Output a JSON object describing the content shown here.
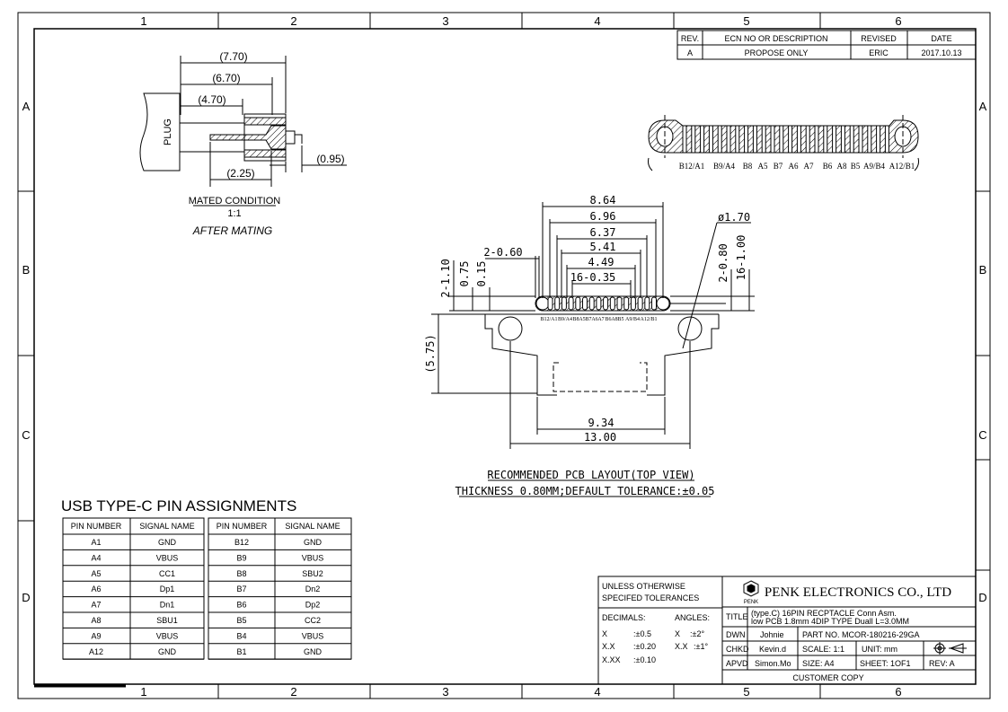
{
  "zone_cols": [
    "1",
    "2",
    "3",
    "4",
    "5",
    "6"
  ],
  "zone_rows": [
    "A",
    "B",
    "C",
    "D"
  ],
  "revision_block": {
    "headers": [
      "REV.",
      "ECN NO OR DESCRIPTION",
      "REVISED",
      "DATE"
    ],
    "row": [
      "A",
      "PROPOSE ONLY",
      "ERIC",
      "2017.10.13"
    ]
  },
  "mated": {
    "dims": [
      "(7.70)",
      "(6.70)",
      "(4.70)",
      "(2.25)",
      "(0.95)"
    ],
    "plug_label": "PLUG",
    "title": "MATED CONDITION",
    "scale": "1:1",
    "caption": "AFTER MATING"
  },
  "pin_row_labels": [
    "B12/A1",
    "B9/A4",
    "B8",
    "A5",
    "B7",
    "A6",
    "A7",
    "B6",
    "A8",
    "B5",
    "A9/B4",
    "A12/B1"
  ],
  "pcb": {
    "dims": {
      "d864": "8.64",
      "d696": "6.96",
      "d637": "6.37",
      "d541": "5.41",
      "d449": "4.49",
      "d16_035": "16-0.35",
      "d2_060": "2-0.60",
      "d2_110": "2-1.10",
      "d075": "0.75",
      "d015": "0.15",
      "d575": "(5.75)",
      "d934": "9.34",
      "d1300": "13.00",
      "dphi170": "ø1.70",
      "d2_080": "2-0.80",
      "d16_100": "16-1.00"
    },
    "title": "RECOMMENDED PCB LAYOUT(TOP VIEW)",
    "subtitle": "THICKNESS 0.80MM;DEFAULT TOLERANCE:±0.05"
  },
  "pin_assign": {
    "title": "USB TYPE-C PIN ASSIGNMENTS",
    "headers": [
      "PIN NUMBER",
      "SIGNAL NAME",
      "PIN NUMBER",
      "SIGNAL NAME"
    ],
    "left": [
      [
        "A1",
        "GND"
      ],
      [
        "A4",
        "VBUS"
      ],
      [
        "A5",
        "CC1"
      ],
      [
        "A6",
        "Dp1"
      ],
      [
        "A7",
        "Dn1"
      ],
      [
        "A8",
        "SBU1"
      ],
      [
        "A9",
        "VBUS"
      ],
      [
        "A12",
        "GND"
      ]
    ],
    "right": [
      [
        "B12",
        "GND"
      ],
      [
        "B9",
        "VBUS"
      ],
      [
        "B8",
        "SBU2"
      ],
      [
        "B7",
        "Dn2"
      ],
      [
        "B6",
        "Dp2"
      ],
      [
        "B5",
        "CC2"
      ],
      [
        "B4",
        "VBUS"
      ],
      [
        "B1",
        "GND"
      ]
    ]
  },
  "title_block": {
    "tol_line1": "UNLESS OTHERWISE",
    "tol_line2": "SPECIFED TOLERANCES",
    "decimals": "DECIMALS:",
    "angles": "ANGLES:",
    "x": "X",
    "x_val": ":±0.5",
    "xx": "X.X",
    "xx_val": ":±0.20",
    "xxx": "X.XX",
    "xxx_val": ":±0.10",
    "ax": "X",
    "ax_val": ":±2°",
    "axx": "X.X",
    "axx_val": ":±1°",
    "logo_text": "PENK",
    "company": "PENK ELECTRONICS CO., LTD",
    "title_label": "TITLE",
    "title_l1": "(type.C) 16PIN RECPTACLE Conn Asm.",
    "title_l2": "low PCB 1.8mm 4DIP TYPE Duall L=3.0MM",
    "dwn": "DWN",
    "dwn_name": "Johnie",
    "part_no": "PART NO. MCOR-180216-29GA",
    "chkd": "CHKD",
    "chkd_name": "Kevin.d",
    "scale": "SCALE: 1:1",
    "unit": "UNIT:   mm",
    "apvd": "APVD",
    "apvd_name": "Simon.Mo",
    "size": "SIZE:  A4",
    "sheet": "SHEET: 1OF1",
    "rev": "REV:  A",
    "customer_copy": "CUSTOMER COPY"
  }
}
